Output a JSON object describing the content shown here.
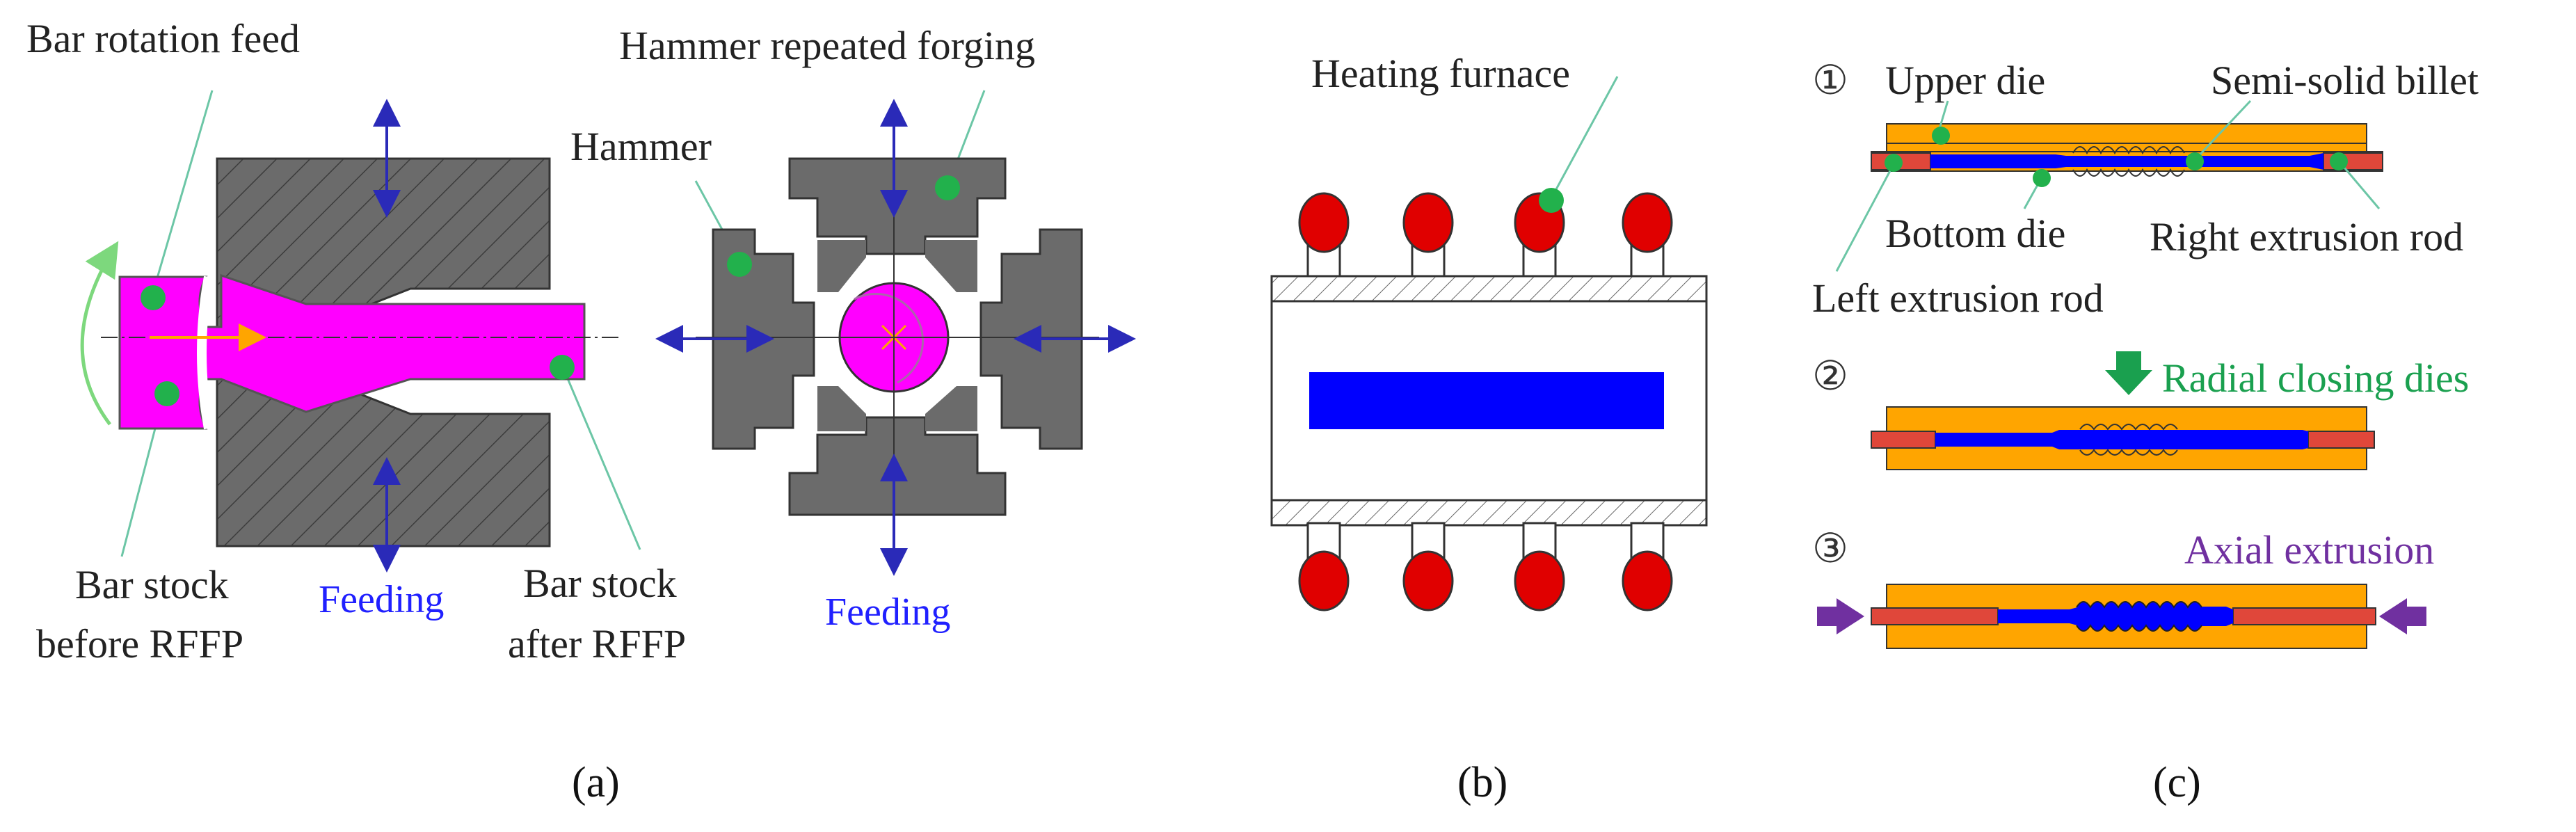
{
  "panel_a": {
    "label": "(a)",
    "labels": {
      "bar_rotation_feed": "Bar rotation feed",
      "hammer_repeated_forging": "Hammer repeated forging",
      "hammer": "Hammer",
      "bar_stock_before_1": "Bar stock",
      "bar_stock_before_2": "before RFFP",
      "feeding_1": "Feeding",
      "bar_stock_after_1": "Bar stock",
      "bar_stock_after_2": "after RFFP",
      "feeding_2": "Feeding"
    }
  },
  "panel_b": {
    "label": "(b)",
    "labels": {
      "heating_furnace": "Heating furnace"
    }
  },
  "panel_c": {
    "label": "(c)",
    "steps": [
      "①",
      "②",
      "③"
    ],
    "labels": {
      "upper_die": "Upper die",
      "semi_solid_billet": "Semi-solid billet",
      "bottom_die": "Bottom die",
      "right_extrusion_rod": "Right extrusion rod",
      "left_extrusion_rod": "Left extrusion rod",
      "radial_closing_dies": "Radial closing dies",
      "axial_extrusion": "Axial extrusion"
    }
  },
  "colors": {
    "die_gray": "#6b6b6b",
    "billet_magenta": "#ff00ff",
    "billet_blue": "#0000ff",
    "arrow_blue": "#2a2ab8",
    "feeding_text": "#2020ff",
    "marker_green": "#22b14c",
    "rotation_green": "#7dd87d",
    "heater_red": "#e00000",
    "die_orange": "#ffa500",
    "rod_red": "#e0473a",
    "radial_green": "#1aa04f",
    "axial_purple": "#7030a0"
  }
}
